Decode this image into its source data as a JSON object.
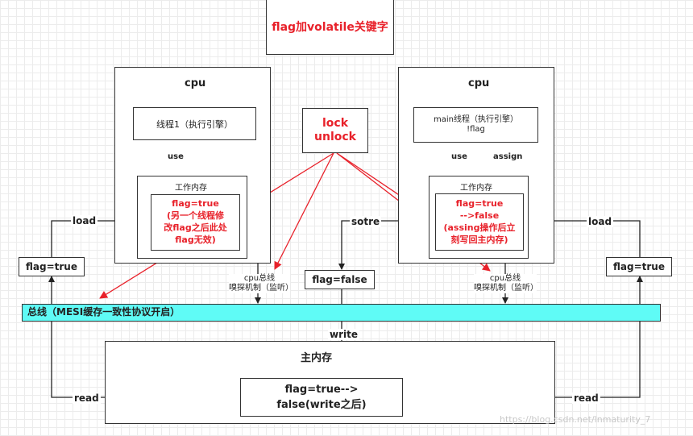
{
  "title": "flag加volatile关键字",
  "cpu_left": {
    "label": "cpu",
    "thread_label": "线程1（执行引擎）",
    "use_label": "use",
    "work_mem_label": "工作内存",
    "flag_lines": [
      "flag=true",
      "(另一个线程修",
      "改flag之后此处",
      "flag无效)"
    ]
  },
  "cpu_right": {
    "label": "cpu",
    "thread_line1": "main线程（执行引擎）",
    "thread_line2": "!flag",
    "use_label": "use",
    "assign_label": "assign",
    "work_mem_label": "工作内存",
    "flag_lines": [
      "flag=true",
      "-->false",
      "(assing操作后立",
      "刻写回主内存)"
    ]
  },
  "lock_box": {
    "line1": "lock",
    "line2": "unlock"
  },
  "left_load_label": "load",
  "right_load_label": "load",
  "sotre_label": "sotre",
  "left_flag_true": "flag=true",
  "right_flag_true": "flag=true",
  "mid_flag_false": "flag=false",
  "left_bus_sniff": {
    "line1": "cpu总线",
    "line2": "嗅探机制（监听）"
  },
  "right_bus_sniff": {
    "line1": "cpu总线",
    "line2": "嗅探机制（监听）"
  },
  "bus_label": "总线（MESI缓存一致性协议开启）",
  "write_label": "write",
  "main_memory": {
    "label": "主内存",
    "value_line1": "flag=true-->",
    "value_line2": "false(write之后)"
  },
  "left_read_label": "read",
  "right_read_label": "read",
  "watermark": "https://blog.csdn.net/lnmaturity_7",
  "colors": {
    "accent_red": "#e8212a",
    "bus_fill": "#5ffbf6"
  }
}
